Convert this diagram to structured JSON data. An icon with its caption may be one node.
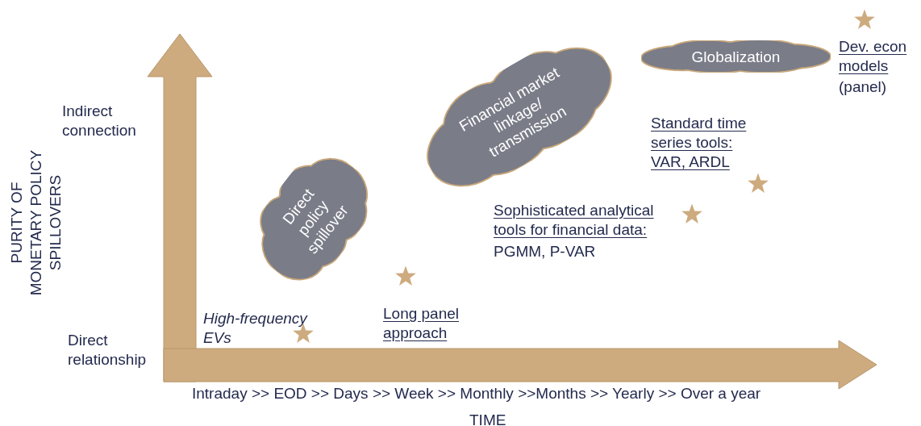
{
  "diagram": {
    "nodes": [
      {
        "text": [
          "Direct policy spillover"
        ]
      },
      {
        "text": [
          "Financial market linkage/ transmission"
        ]
      },
      {
        "text": [
          "Globalization"
        ]
      }
    ],
    "labels": [
      "Dev. econ models",
      "(panel)",
      "Indirect connection",
      "Standard time series tools: VAR, ARDL",
      "PURITY OF MONETARY POLICY SPILLOVERS",
      "Sophisticated analytical tools for financial data:",
      "PGMM, P-VAR",
      "High-frequency EVs",
      "Long panel approach",
      "Direct relationship",
      "Intraday >> EOD >> Days >> Week >> Monthly >>Months >> Yearly >> Over a year",
      "TIME"
    ]
  }
}
